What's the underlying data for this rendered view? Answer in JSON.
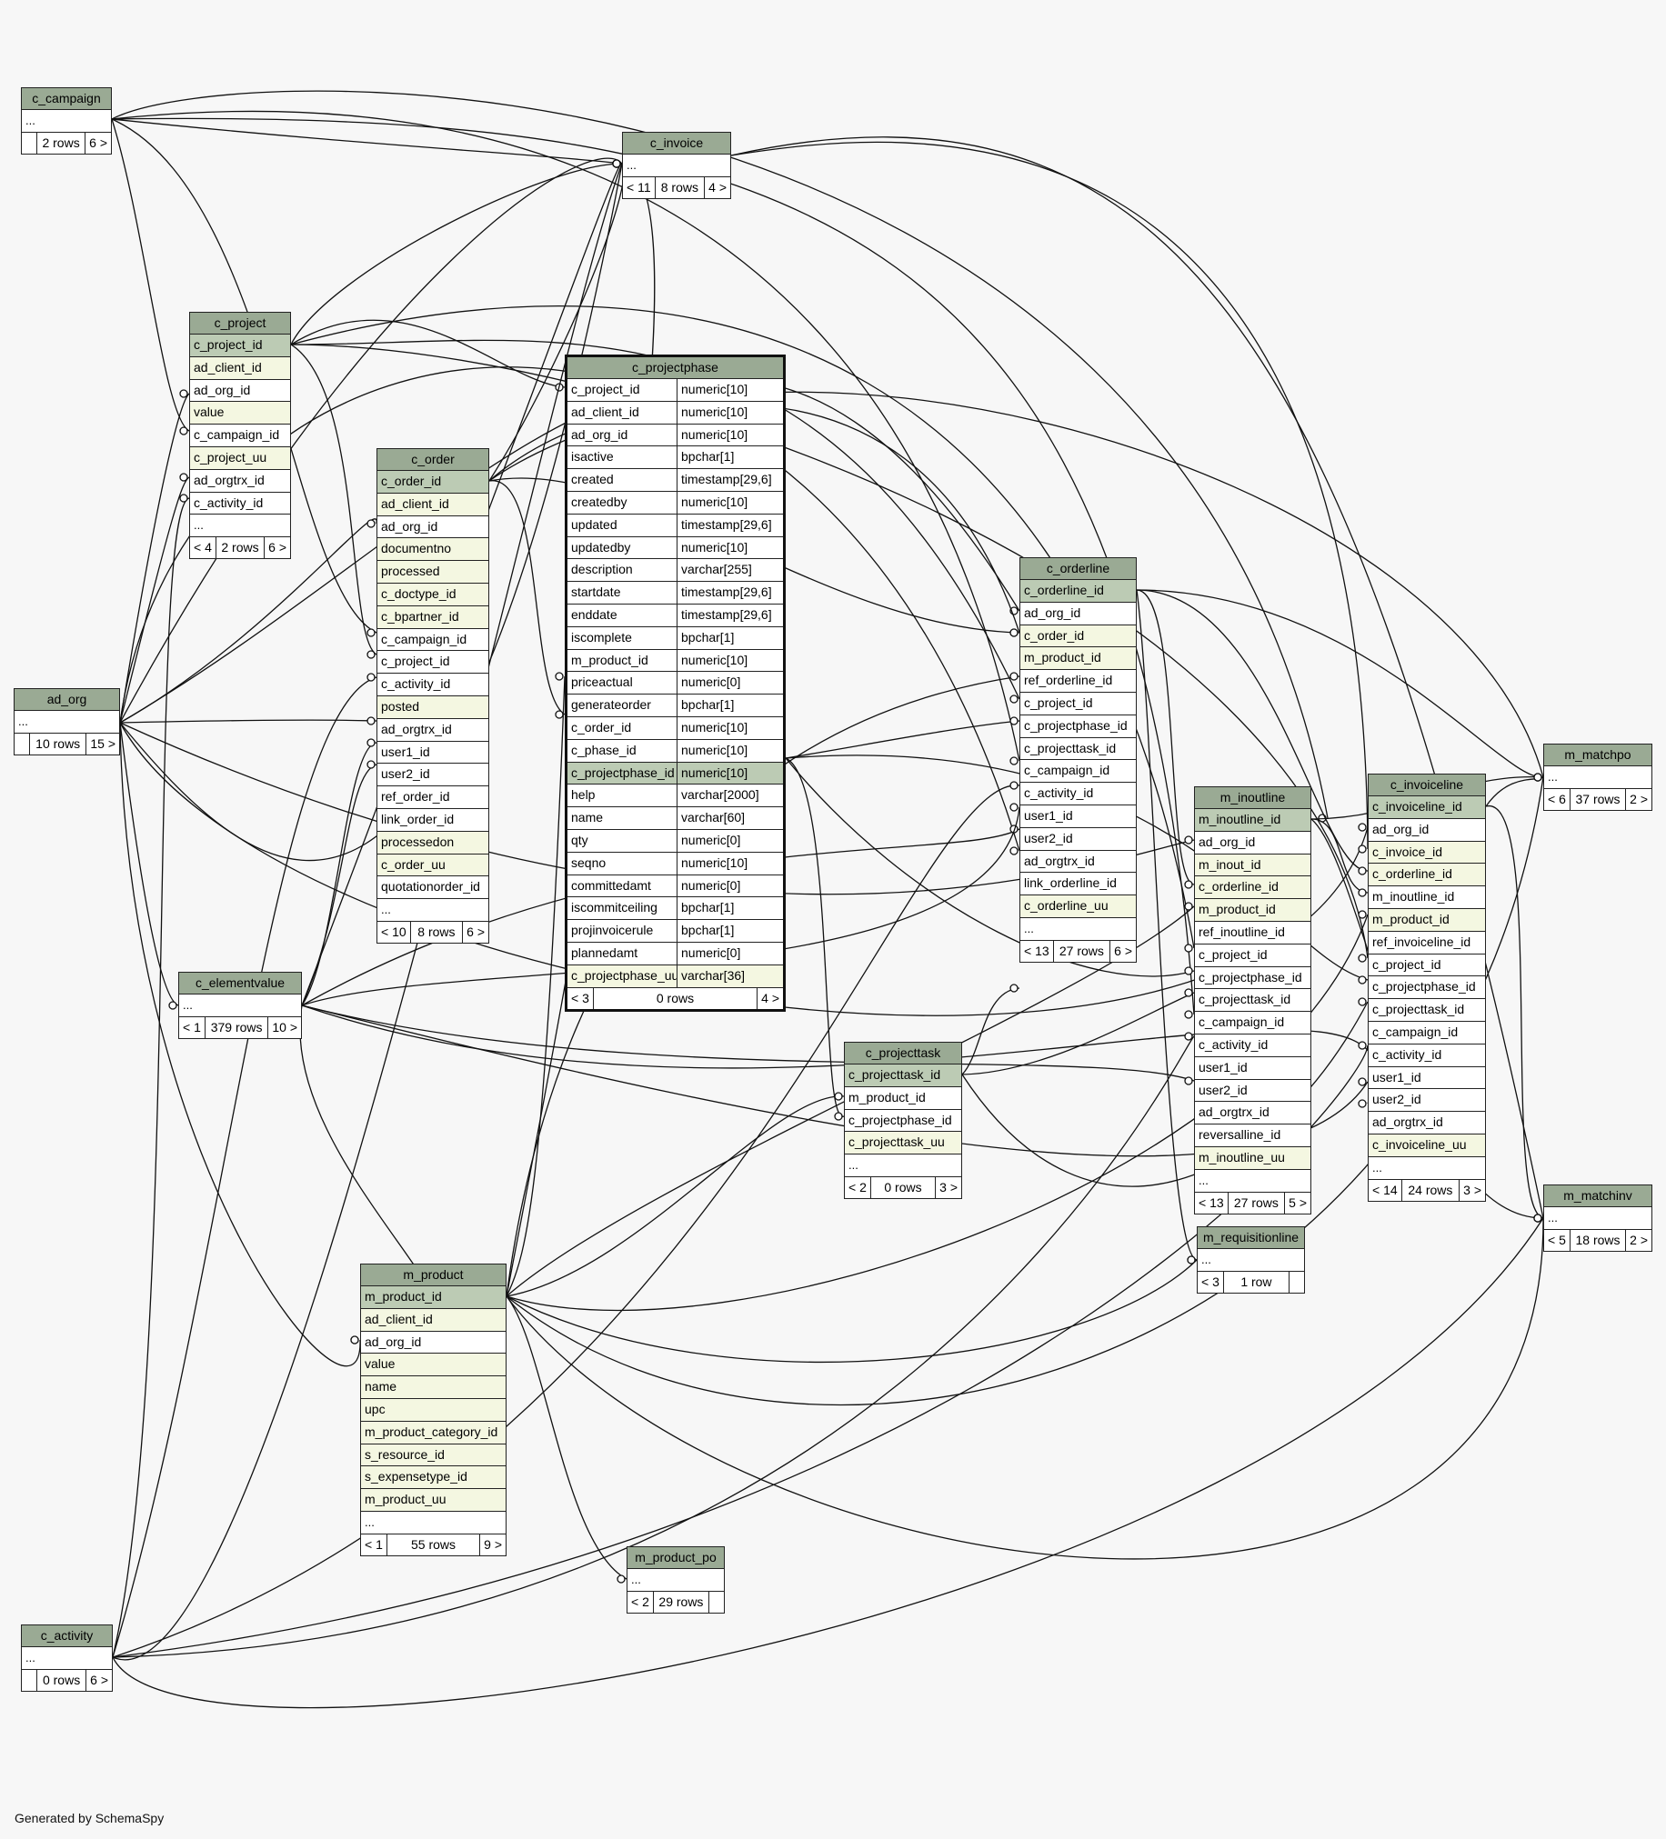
{
  "generated_by": "Generated by SchemaSpy",
  "tables": {
    "c_campaign": {
      "name": "c_campaign",
      "rows": [
        {
          "n": "...",
          "t": ""
        }
      ],
      "parents": "",
      "rowcount": "2 rows",
      "children": "6 >"
    },
    "c_invoice": {
      "name": "c_invoice",
      "rows": [
        {
          "n": "...",
          "t": ""
        }
      ],
      "parents": "< 11",
      "rowcount": "8 rows",
      "children": "4 >"
    },
    "c_project": {
      "name": "c_project",
      "rows": [
        {
          "n": "c_project_id",
          "t": "pk"
        },
        {
          "n": "ad_client_id",
          "t": "idx"
        },
        {
          "n": "ad_org_id",
          "t": ""
        },
        {
          "n": "value",
          "t": "idx"
        },
        {
          "n": "c_campaign_id",
          "t": ""
        },
        {
          "n": "c_project_uu",
          "t": "idx"
        },
        {
          "n": "ad_orgtrx_id",
          "t": ""
        },
        {
          "n": "c_activity_id",
          "t": ""
        },
        {
          "n": "...",
          "t": ""
        }
      ],
      "parents": "< 4",
      "rowcount": "2 rows",
      "children": "6 >"
    },
    "c_projectphase": {
      "name": "c_projectphase",
      "rows": [
        {
          "n": "c_project_id",
          "type": "numeric[10]",
          "t": ""
        },
        {
          "n": "ad_client_id",
          "type": "numeric[10]",
          "t": ""
        },
        {
          "n": "ad_org_id",
          "type": "numeric[10]",
          "t": ""
        },
        {
          "n": "isactive",
          "type": "bpchar[1]",
          "t": ""
        },
        {
          "n": "created",
          "type": "timestamp[29,6]",
          "t": ""
        },
        {
          "n": "createdby",
          "type": "numeric[10]",
          "t": ""
        },
        {
          "n": "updated",
          "type": "timestamp[29,6]",
          "t": ""
        },
        {
          "n": "updatedby",
          "type": "numeric[10]",
          "t": ""
        },
        {
          "n": "description",
          "type": "varchar[255]",
          "t": ""
        },
        {
          "n": "startdate",
          "type": "timestamp[29,6]",
          "t": ""
        },
        {
          "n": "enddate",
          "type": "timestamp[29,6]",
          "t": ""
        },
        {
          "n": "iscomplete",
          "type": "bpchar[1]",
          "t": ""
        },
        {
          "n": "m_product_id",
          "type": "numeric[10]",
          "t": ""
        },
        {
          "n": "priceactual",
          "type": "numeric[0]",
          "t": ""
        },
        {
          "n": "generateorder",
          "type": "bpchar[1]",
          "t": ""
        },
        {
          "n": "c_order_id",
          "type": "numeric[10]",
          "t": ""
        },
        {
          "n": "c_phase_id",
          "type": "numeric[10]",
          "t": ""
        },
        {
          "n": "c_projectphase_id",
          "type": "numeric[10]",
          "t": "pk"
        },
        {
          "n": "help",
          "type": "varchar[2000]",
          "t": ""
        },
        {
          "n": "name",
          "type": "varchar[60]",
          "t": ""
        },
        {
          "n": "qty",
          "type": "numeric[0]",
          "t": ""
        },
        {
          "n": "seqno",
          "type": "numeric[10]",
          "t": ""
        },
        {
          "n": "committedamt",
          "type": "numeric[0]",
          "t": ""
        },
        {
          "n": "iscommitceiling",
          "type": "bpchar[1]",
          "t": ""
        },
        {
          "n": "projinvoicerule",
          "type": "bpchar[1]",
          "t": ""
        },
        {
          "n": "plannedamt",
          "type": "numeric[0]",
          "t": ""
        },
        {
          "n": "c_projectphase_uu",
          "type": "varchar[36]",
          "t": "idx"
        }
      ],
      "parents": "< 3",
      "rowcount": "0 rows",
      "children": "4 >"
    },
    "c_order": {
      "name": "c_order",
      "rows": [
        {
          "n": "c_order_id",
          "t": "pk"
        },
        {
          "n": "ad_client_id",
          "t": "idx"
        },
        {
          "n": "ad_org_id",
          "t": ""
        },
        {
          "n": "documentno",
          "t": "idx"
        },
        {
          "n": "processed",
          "t": "idx"
        },
        {
          "n": "c_doctype_id",
          "t": "idx"
        },
        {
          "n": "c_bpartner_id",
          "t": "idx"
        },
        {
          "n": "c_campaign_id",
          "t": ""
        },
        {
          "n": "c_project_id",
          "t": ""
        },
        {
          "n": "c_activity_id",
          "t": ""
        },
        {
          "n": "posted",
          "t": "idx"
        },
        {
          "n": "ad_orgtrx_id",
          "t": ""
        },
        {
          "n": "user1_id",
          "t": ""
        },
        {
          "n": "user2_id",
          "t": ""
        },
        {
          "n": "ref_order_id",
          "t": ""
        },
        {
          "n": "link_order_id",
          "t": ""
        },
        {
          "n": "processedon",
          "t": "idx"
        },
        {
          "n": "c_order_uu",
          "t": "idx"
        },
        {
          "n": "quotationorder_id",
          "t": ""
        },
        {
          "n": "...",
          "t": ""
        }
      ],
      "parents": "< 10",
      "rowcount": "8 rows",
      "children": "6 >"
    },
    "ad_org": {
      "name": "ad_org",
      "rows": [
        {
          "n": "...",
          "t": ""
        }
      ],
      "parents": "",
      "rowcount": "10 rows",
      "children": "15 >"
    },
    "c_elementvalue": {
      "name": "c_elementvalue",
      "rows": [
        {
          "n": "...",
          "t": ""
        }
      ],
      "parents": "< 1",
      "rowcount": "379 rows",
      "children": "10 >"
    },
    "c_orderline": {
      "name": "c_orderline",
      "rows": [
        {
          "n": "c_orderline_id",
          "t": "pk"
        },
        {
          "n": "ad_org_id",
          "t": ""
        },
        {
          "n": "c_order_id",
          "t": "idx"
        },
        {
          "n": "m_product_id",
          "t": "idx"
        },
        {
          "n": "ref_orderline_id",
          "t": ""
        },
        {
          "n": "c_project_id",
          "t": ""
        },
        {
          "n": "c_projectphase_id",
          "t": ""
        },
        {
          "n": "c_projecttask_id",
          "t": ""
        },
        {
          "n": "c_campaign_id",
          "t": ""
        },
        {
          "n": "c_activity_id",
          "t": ""
        },
        {
          "n": "user1_id",
          "t": ""
        },
        {
          "n": "user2_id",
          "t": ""
        },
        {
          "n": "ad_orgtrx_id",
          "t": ""
        },
        {
          "n": "link_orderline_id",
          "t": ""
        },
        {
          "n": "c_orderline_uu",
          "t": "idx"
        },
        {
          "n": "...",
          "t": ""
        }
      ],
      "parents": "< 13",
      "rowcount": "27 rows",
      "children": "6 >"
    },
    "m_inoutline": {
      "name": "m_inoutline",
      "rows": [
        {
          "n": "m_inoutline_id",
          "t": "pk"
        },
        {
          "n": "ad_org_id",
          "t": ""
        },
        {
          "n": "m_inout_id",
          "t": "idx"
        },
        {
          "n": "c_orderline_id",
          "t": "idx"
        },
        {
          "n": "m_product_id",
          "t": "idx"
        },
        {
          "n": "ref_inoutline_id",
          "t": ""
        },
        {
          "n": "c_project_id",
          "t": ""
        },
        {
          "n": "c_projectphase_id",
          "t": ""
        },
        {
          "n": "c_projecttask_id",
          "t": ""
        },
        {
          "n": "c_campaign_id",
          "t": ""
        },
        {
          "n": "c_activity_id",
          "t": ""
        },
        {
          "n": "user1_id",
          "t": ""
        },
        {
          "n": "user2_id",
          "t": ""
        },
        {
          "n": "ad_orgtrx_id",
          "t": ""
        },
        {
          "n": "reversalline_id",
          "t": ""
        },
        {
          "n": "m_inoutline_uu",
          "t": "idx"
        },
        {
          "n": "...",
          "t": ""
        }
      ],
      "parents": "< 13",
      "rowcount": "27 rows",
      "children": "5 >"
    },
    "c_invoiceline": {
      "name": "c_invoiceline",
      "rows": [
        {
          "n": "c_invoiceline_id",
          "t": "pk"
        },
        {
          "n": "ad_org_id",
          "t": ""
        },
        {
          "n": "c_invoice_id",
          "t": "idx"
        },
        {
          "n": "c_orderline_id",
          "t": "idx"
        },
        {
          "n": "m_inoutline_id",
          "t": ""
        },
        {
          "n": "m_product_id",
          "t": "idx"
        },
        {
          "n": "ref_invoiceline_id",
          "t": ""
        },
        {
          "n": "c_project_id",
          "t": ""
        },
        {
          "n": "c_projectphase_id",
          "t": ""
        },
        {
          "n": "c_projecttask_id",
          "t": ""
        },
        {
          "n": "c_campaign_id",
          "t": ""
        },
        {
          "n": "c_activity_id",
          "t": ""
        },
        {
          "n": "user1_id",
          "t": ""
        },
        {
          "n": "user2_id",
          "t": ""
        },
        {
          "n": "ad_orgtrx_id",
          "t": ""
        },
        {
          "n": "c_invoiceline_uu",
          "t": "idx"
        },
        {
          "n": "...",
          "t": ""
        }
      ],
      "parents": "< 14",
      "rowcount": "24 rows",
      "children": "3 >"
    },
    "m_matchpo": {
      "name": "m_matchpo",
      "rows": [
        {
          "n": "...",
          "t": ""
        }
      ],
      "parents": "< 6",
      "rowcount": "37 rows",
      "children": "2 >"
    },
    "m_matchinv": {
      "name": "m_matchinv",
      "rows": [
        {
          "n": "...",
          "t": ""
        }
      ],
      "parents": "< 5",
      "rowcount": "18 rows",
      "children": "2 >"
    },
    "c_projecttask": {
      "name": "c_projecttask",
      "rows": [
        {
          "n": "c_projecttask_id",
          "t": "pk"
        },
        {
          "n": "m_product_id",
          "t": ""
        },
        {
          "n": "c_projectphase_id",
          "t": ""
        },
        {
          "n": "c_projecttask_uu",
          "t": "idx"
        },
        {
          "n": "...",
          "t": ""
        }
      ],
      "parents": "< 2",
      "rowcount": "0 rows",
      "children": "3 >"
    },
    "m_requisitionline": {
      "name": "m_requisitionline",
      "rows": [
        {
          "n": "...",
          "t": ""
        }
      ],
      "parents": "< 3",
      "rowcount": "1 row",
      "children": ""
    },
    "m_product": {
      "name": "m_product",
      "rows": [
        {
          "n": "m_product_id",
          "t": "pk"
        },
        {
          "n": "ad_client_id",
          "t": "idx"
        },
        {
          "n": "ad_org_id",
          "t": ""
        },
        {
          "n": "value",
          "t": "idx"
        },
        {
          "n": "name",
          "t": "idx"
        },
        {
          "n": "upc",
          "t": "idx"
        },
        {
          "n": "m_product_category_id",
          "t": "idx"
        },
        {
          "n": "s_resource_id",
          "t": "idx"
        },
        {
          "n": "s_expensetype_id",
          "t": "idx"
        },
        {
          "n": "m_product_uu",
          "t": "idx"
        },
        {
          "n": "...",
          "t": ""
        }
      ],
      "parents": "< 1",
      "rowcount": "55 rows",
      "children": "9 >"
    },
    "m_product_po": {
      "name": "m_product_po",
      "rows": [
        {
          "n": "...",
          "t": ""
        }
      ],
      "parents": "< 2",
      "rowcount": "29 rows",
      "children": ""
    },
    "c_activity": {
      "name": "c_activity",
      "rows": [
        {
          "n": "...",
          "t": ""
        }
      ],
      "parents": "",
      "rowcount": "0 rows",
      "children": "6 >"
    }
  }
}
